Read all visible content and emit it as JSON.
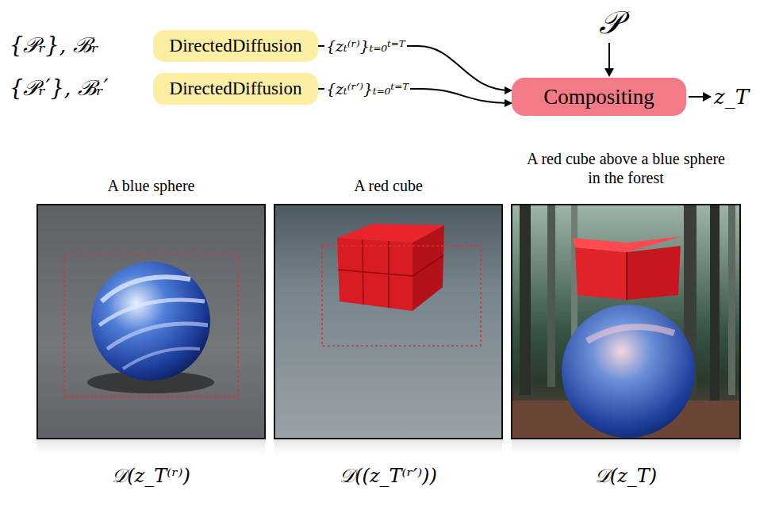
{
  "diagram": {
    "nodes": [
      {
        "text": [
          "DirectedDiffusion"
        ]
      },
      {
        "text": [
          "DirectedDiffusion"
        ]
      },
      {
        "text": [
          "Compositing"
        ]
      },
      {
        "text": [
          "A blue sphere",
          "𝒟(z_T⁽ʳ⁾)"
        ]
      },
      {
        "text": [
          "A red cube",
          "𝒟((z_T⁽ʳ′⁾))"
        ]
      },
      {
        "text": [
          "A red cube above a blue sphere in the forest",
          "𝒟(z_T)"
        ]
      }
    ],
    "edges": [
      {
        "from": 0,
        "to": 2,
        "arrow": "to",
        "label": "{zₜ⁽ʳ⁾}ₜ₌₀ᵗ⁼ᵀ"
      },
      {
        "from": 1,
        "to": 2,
        "arrow": "to",
        "label": "{zₜ⁽ʳ′⁾}ₜ₌₀ᵗ⁼ᵀ"
      }
    ],
    "labels": [
      "{𝒫ᵣ}, ℬᵣ",
      "{𝒫ᵣ′}, ℬᵣ′",
      "𝒫",
      "z_T"
    ]
  }
}
